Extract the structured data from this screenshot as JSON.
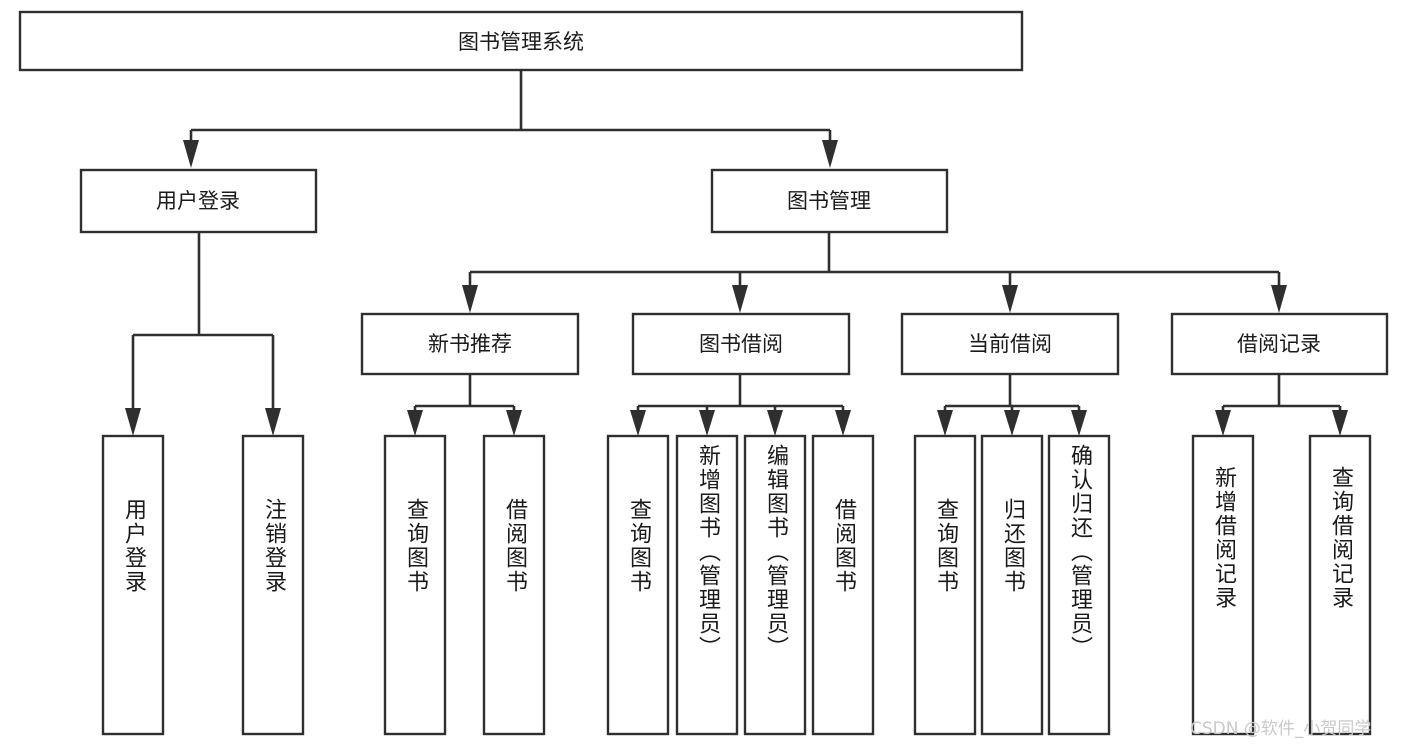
{
  "diagram": {
    "title": "图书管理系统",
    "type": "tree-hierarchy",
    "root": {
      "label": "图书管理系统"
    },
    "level2": [
      {
        "label": "用户登录"
      },
      {
        "label": "图书管理"
      }
    ],
    "level3": [
      {
        "label": "新书推荐"
      },
      {
        "label": "图书借阅"
      },
      {
        "label": "当前借阅"
      },
      {
        "label": "借阅记录"
      }
    ],
    "leaves_user_login": [
      {
        "label": "用户登录"
      },
      {
        "label": "注销登录"
      }
    ],
    "leaves_new_book": [
      {
        "label": "查询图书"
      },
      {
        "label": "借阅图书"
      }
    ],
    "leaves_borrow": [
      {
        "label": "查询图书"
      },
      {
        "label": "新增图书（管理员）"
      },
      {
        "label": "编辑图书（管理员）"
      },
      {
        "label": "借阅图书"
      }
    ],
    "leaves_current": [
      {
        "label": "查询图书"
      },
      {
        "label": "归还图书"
      },
      {
        "label": "确认归还（管理员）"
      }
    ],
    "leaves_record": [
      {
        "label": "新增借阅记录"
      },
      {
        "label": "查询借阅记录"
      }
    ]
  },
  "watermark": {
    "text": "CSDN @软件_小贺同学"
  },
  "colors": {
    "stroke": "#2f2f2f",
    "fill": "#ffffff",
    "text": "#1a1a1a",
    "watermark": "#c9c9c9"
  }
}
